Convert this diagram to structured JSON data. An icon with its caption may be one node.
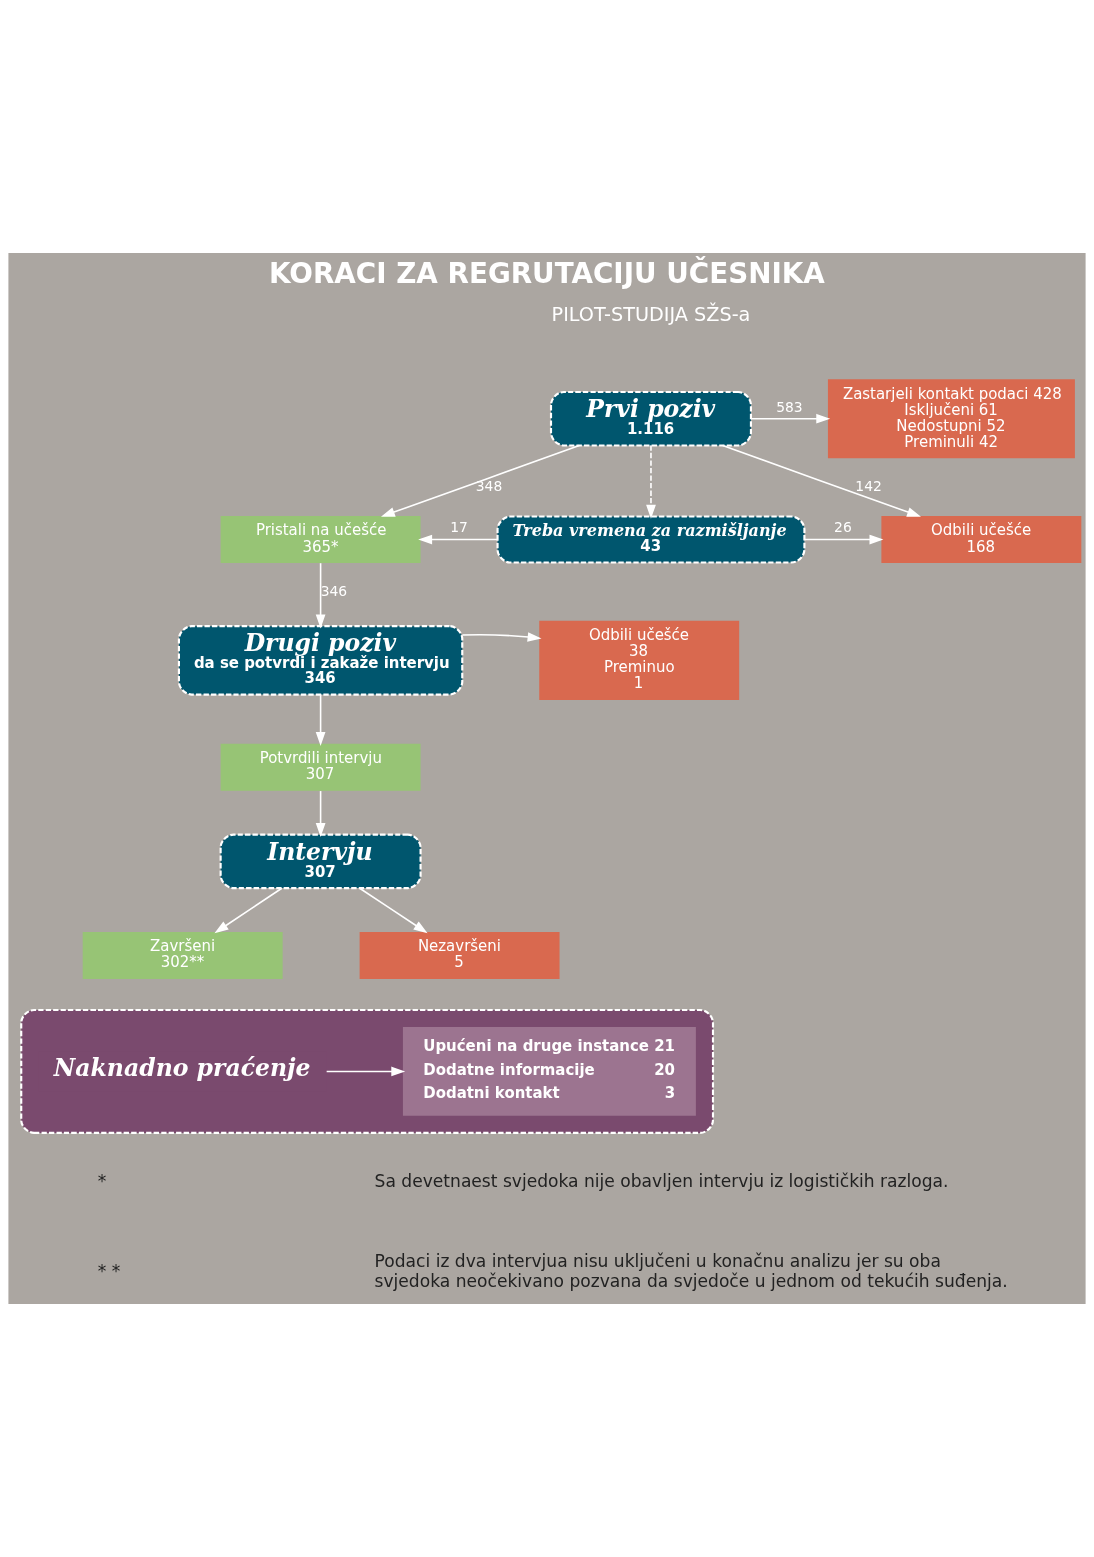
{
  "diagram": {
    "title": "KORACI ZA REGRUTACIJU UČESNIKA",
    "nodes": [
      {
        "text": [
          "Prvi poziv",
          "1.116"
        ]
      },
      {
        "text": [
          "Zastarjeli kontakt podaci 428",
          "Isključeni 61",
          "Nedostupni 52",
          "Preminuli 42"
        ]
      },
      {
        "text": [
          "Treba vremena za razmišljanje",
          "43"
        ]
      },
      {
        "text": [
          "Pristali na učešće",
          "365*"
        ]
      },
      {
        "text": [
          "Odbili učešće",
          "168"
        ]
      },
      {
        "text": [
          "Drugi poziv",
          "da se potvrdi i zakaže intervju",
          "346"
        ]
      },
      {
        "text": [
          "Odbili učešće",
          "38",
          "Preminuo",
          "1"
        ]
      },
      {
        "text": [
          "Potvrdili intervju",
          "307"
        ]
      },
      {
        "text": [
          "Intervju",
          "307"
        ]
      },
      {
        "text": [
          "Završeni",
          "302**"
        ]
      },
      {
        "text": [
          "Nezavršeni",
          "5"
        ]
      },
      {
        "text": [],
        "shape": "box"
      },
      {
        "text": [
          "Naknadno praćenje"
        ],
        "in": 11
      },
      {
        "text": [
          "Upućeni na druge instance",
          "21",
          "Dodatne informacije",
          "20",
          "Dodatni kontakt",
          "3"
        ],
        "in": 11
      }
    ],
    "edges": [
      {
        "from": 0,
        "to": 1,
        "arrow": "to",
        "label": "583"
      },
      {
        "from": 0,
        "to": 3,
        "arrow": "to",
        "label": "348"
      },
      {
        "from": 0,
        "to": 2,
        "arrow": "to",
        "style": "dashed"
      },
      {
        "from": 0,
        "to": 4,
        "arrow": "to",
        "label": "142"
      },
      {
        "from": 2,
        "to": 3,
        "arrow": "to",
        "label": "17"
      },
      {
        "from": 2,
        "to": 4,
        "arrow": "to",
        "label": "26"
      },
      {
        "from": 3,
        "to": 5,
        "arrow": "to",
        "label": "346"
      },
      {
        "from": 5,
        "to": 7,
        "arrow": "to"
      },
      {
        "from": 5,
        "to": 6,
        "arrow": "to"
      },
      {
        "from": 7,
        "to": 8,
        "arrow": "to"
      },
      {
        "from": 8,
        "to": 9,
        "arrow": "to"
      },
      {
        "from": 8,
        "to": 10,
        "arrow": "to"
      },
      {
        "from": 12,
        "to": 13,
        "arrow": "to"
      }
    ],
    "labels": [
      "PILOT-STUDIJA SŽS-a",
      "*",
      "Sa devetnaest svjedoka nije obavljen intervju iz logističkih razloga.",
      "* *",
      "Podaci iz dva intervjua nisu uključeni u konačnu analizu jer su oba svjedoka neočekivano pozvana da svjedoče u jednom od tekućih suđenja."
    ]
  }
}
